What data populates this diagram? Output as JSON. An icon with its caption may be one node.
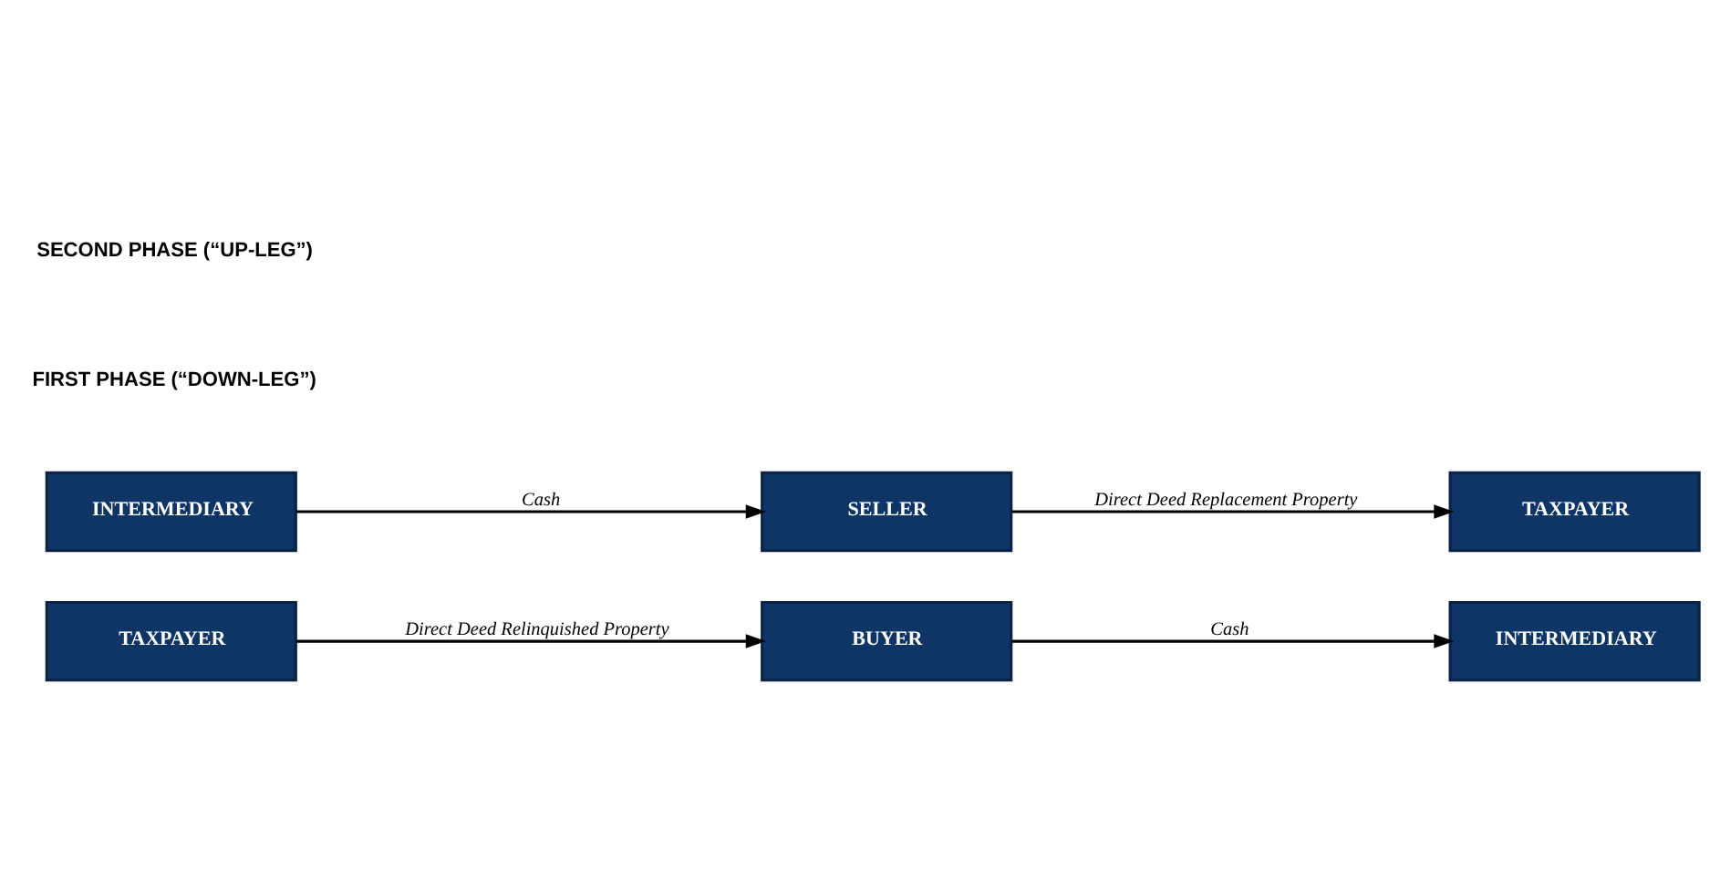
{
  "diagram": {
    "nodes": [
      {
        "text": [
          "BUYER"
        ]
      },
      {
        "text": [
          "TAXPAYER"
        ]
      },
      {
        "text": [
          "INTERMEDIARY"
        ]
      },
      {
        "text": [
          "TAXPAYER"
        ]
      },
      {
        "text": [
          "INTERMEDIARY"
        ]
      },
      {
        "text": [
          "SELLER"
        ]
      }
    ],
    "edges": [
      {
        "from": 1,
        "to": 0,
        "arrow": "to",
        "label": "Direct Deed Relinquished Property"
      },
      {
        "from": 0,
        "to": 2,
        "arrow": "to",
        "label": "Cash"
      },
      {
        "from": 4,
        "to": 5,
        "arrow": "to",
        "label": "Cash"
      },
      {
        "from": 5,
        "to": 3,
        "arrow": "to",
        "label": "Direct Deed Replacement Property"
      }
    ],
    "labels": [
      "FIRST PHASE (“DOWN-LEG”)",
      "SECOND PHASE (“UP-LEG”)"
    ]
  }
}
